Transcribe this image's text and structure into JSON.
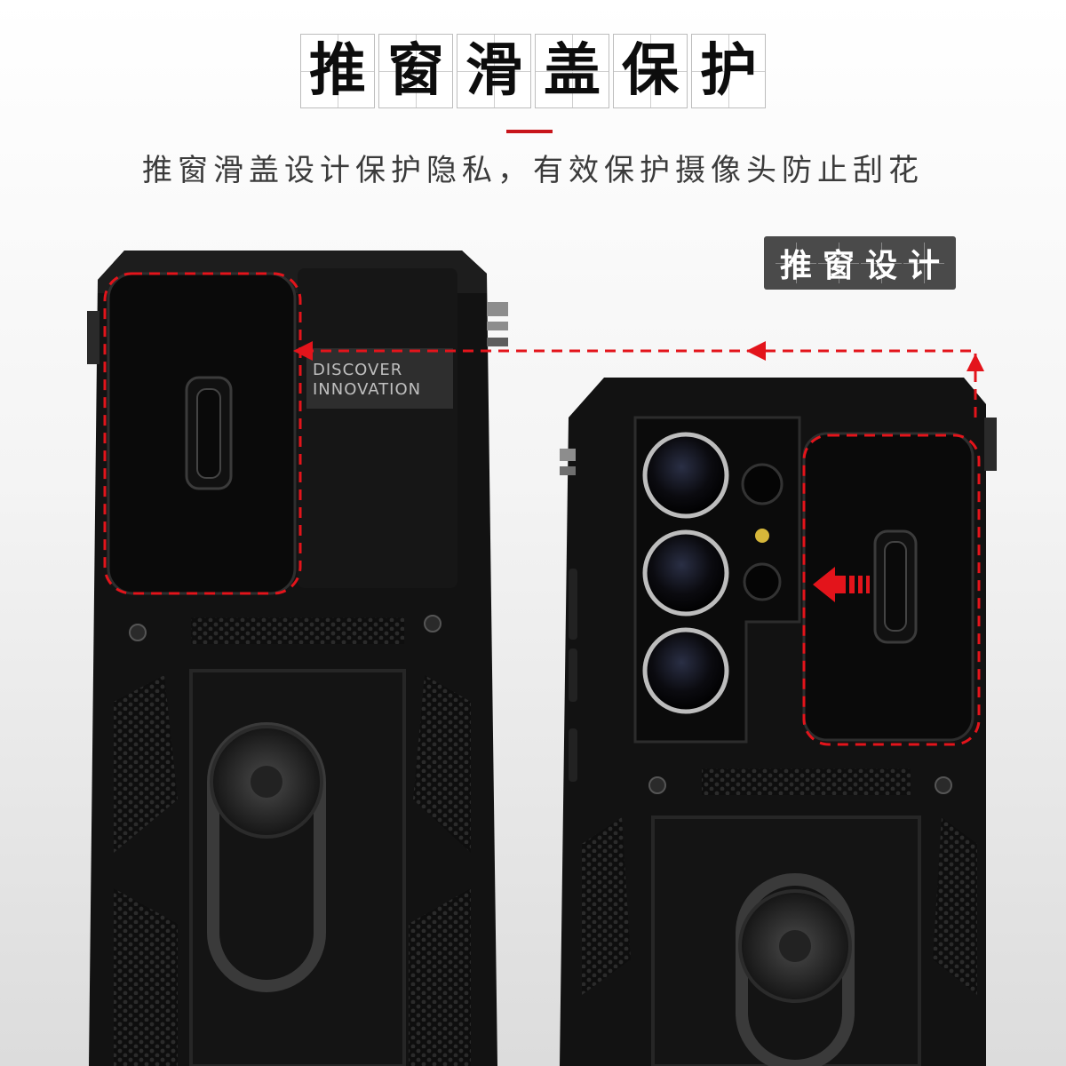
{
  "title_chars": [
    "推",
    "窗",
    "滑",
    "盖",
    "保",
    "护"
  ],
  "subtitle": "推窗滑盖设计保护隐私，有效保护摄像头防止刮花",
  "badge_chars": [
    "推",
    "窗",
    "设",
    "计"
  ],
  "brand": {
    "line1": "DISCOVER",
    "line2": "INNOVATION"
  },
  "colors": {
    "accent": "#c8151b",
    "case": "#121212",
    "badge_bg": "#4a4a4a"
  }
}
